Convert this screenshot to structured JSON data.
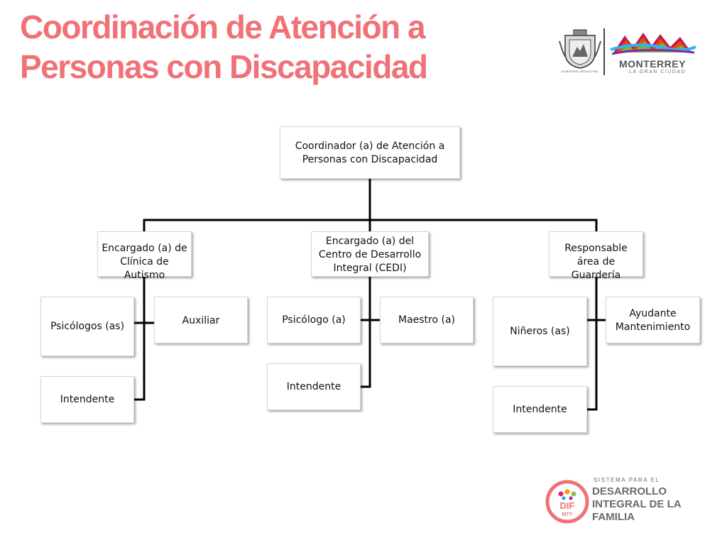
{
  "title": {
    "line1": "Coordinación de Atención a",
    "line2": "Personas con Discapacidad"
  },
  "org": {
    "root": "Coordinador (a) de Atención a Personas con Discapacidad",
    "autism": {
      "head": "Encargado (a) de Clínica de Autismo",
      "psychologists": "Psicólogos (as)",
      "assistant": "Auxiliar",
      "janitor": "Intendente"
    },
    "cedi": {
      "head": "Encargado (a) del Centro de Desarrollo Integral (CEDI)",
      "psychologist": "Psicólogo (a)",
      "teacher": "Maestro (a)",
      "janitor": "Intendente"
    },
    "nursery": {
      "head": "Responsable área de Guardería",
      "nannies": "Niñeros (as)",
      "maintenance": "Ayudante Mantenimiento",
      "janitor": "Intendente"
    }
  },
  "logos": {
    "municipal_caption": "GOBIERNO MUNICIPAL",
    "city_name": "MONTERREY",
    "city_tagline": "LA GRAN CIUDAD",
    "dif_mark": "DIF",
    "dif_mark_sub": "MTY",
    "dif_small": "SISTEMA PARA EL",
    "dif_line1": "DESARROLLO",
    "dif_line2": "INTEGRAL DE LA",
    "dif_line3": "FAMILIA"
  },
  "colors": {
    "title": "#f07177",
    "connector": "#000000",
    "dif_ring": "#f07177"
  }
}
